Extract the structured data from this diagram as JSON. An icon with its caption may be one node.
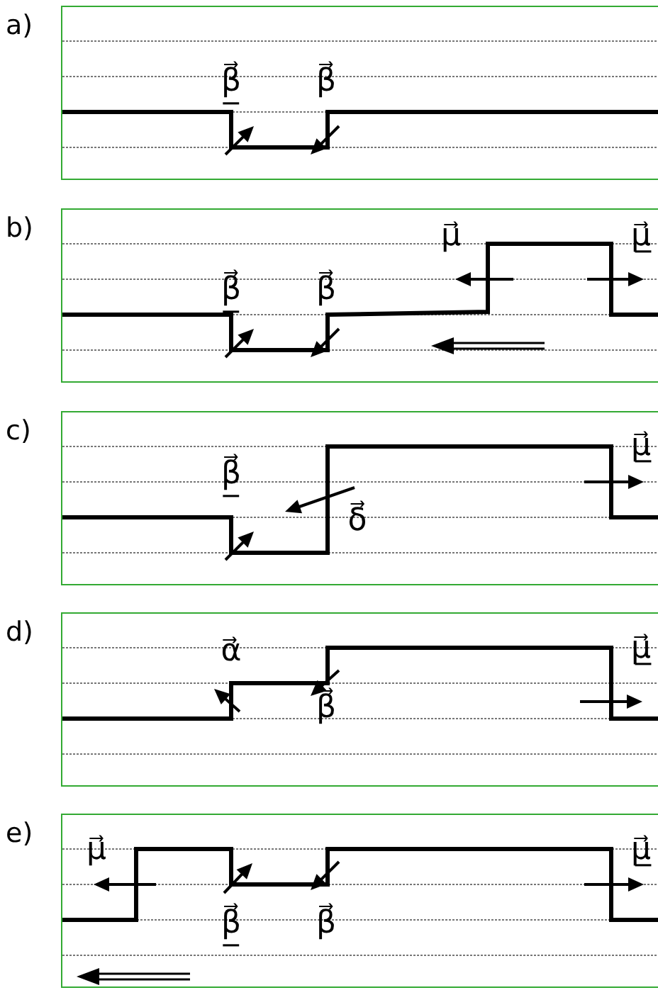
{
  "diagram": {
    "nodes": [
      {
        "text": [
          "a)"
        ]
      },
      {
        "text": [
          "b)"
        ]
      },
      {
        "text": [
          "c)"
        ]
      },
      {
        "text": [
          "d)"
        ]
      },
      {
        "text": [
          "e)"
        ]
      }
    ],
    "labels": [
      "β̲⃗",
      "β⃗",
      "μ⃗",
      "μ̲⃗",
      "β̲⃗",
      "β⃗",
      "μ̲⃗",
      "β̲⃗",
      "δ⃗",
      "α⃗",
      "μ̲⃗",
      "β⃗",
      "μ⃗",
      "μ̲⃗",
      "β̲⃗",
      "β⃗"
    ]
  }
}
